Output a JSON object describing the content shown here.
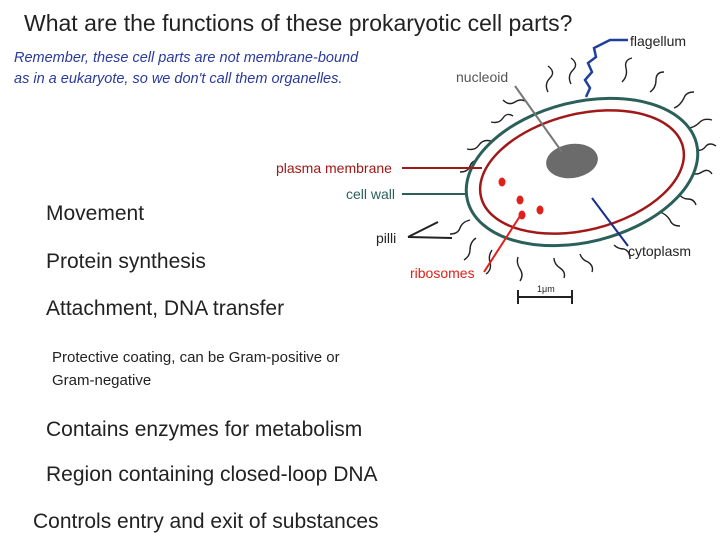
{
  "title": "What are the functions of these prokaryotic cell parts?",
  "subtitle_lines": [
    "Remember, these cell parts are not membrane-bound",
    "as in a eukaryote, so we don't call them organelles."
  ],
  "functions": {
    "movement": "Movement",
    "protein_synthesis": "Protein synthesis",
    "attachment": "Attachment, DNA transfer",
    "protective_line1": "Protective coating, can be Gram-positive or",
    "protective_line2": "Gram-negative",
    "enzymes": "Contains enzymes for metabolism",
    "region": "Region containing closed-loop DNA",
    "controls": "Controls entry and exit of substances"
  },
  "labels": {
    "flagellum": "flagellum",
    "nucleoid": "nucleoid",
    "plasma_membrane": "plasma membrane",
    "cell_wall": "cell wall",
    "pilli": "pilli",
    "ribosomes": "ribosomes",
    "cytoplasm": "cytoplasm",
    "scale": "1μm"
  },
  "colors": {
    "cell_wall": "#2b5f5a",
    "plasma_membrane": "#a01818",
    "nucleoid": "#6b6b6b",
    "flagellum": "#1f3f9a",
    "ribosomes": "#e0201a",
    "cytoplasm_pointer": "#1a2f8a",
    "title": "#222222",
    "subtitle": "#2a3a9c"
  }
}
